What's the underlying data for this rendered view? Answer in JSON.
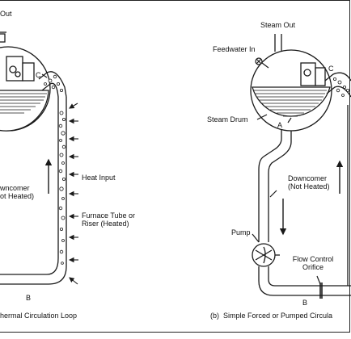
{
  "left_panel": {
    "steam_out": "Out",
    "point_c": "C",
    "downcomer_line1": "wncomer",
    "downcomer_line2": "ot Heated)",
    "heat_input": "Heat Input",
    "furnace_tube_line1": "Furnace Tube or",
    "furnace_tube_line2": "Riser (Heated)",
    "point_b": "B",
    "caption": "hermal Circulation Loop"
  },
  "right_panel": {
    "steam_out": "Steam Out",
    "feedwater_in": "Feedwater In",
    "point_c": "C",
    "steam_drum": "Steam Drum",
    "point_a": "A",
    "downcomer_line1": "Downcomer",
    "downcomer_line2": "(Not Heated)",
    "pump": "Pump",
    "flow_control_line1": "Flow Control",
    "flow_control_line2": "Orifice",
    "point_b": "B",
    "caption": "(b)  Simple Forced or Pumped Circula"
  },
  "colors": {
    "line": "#1a1a1a",
    "fill": "#ffffff"
  }
}
